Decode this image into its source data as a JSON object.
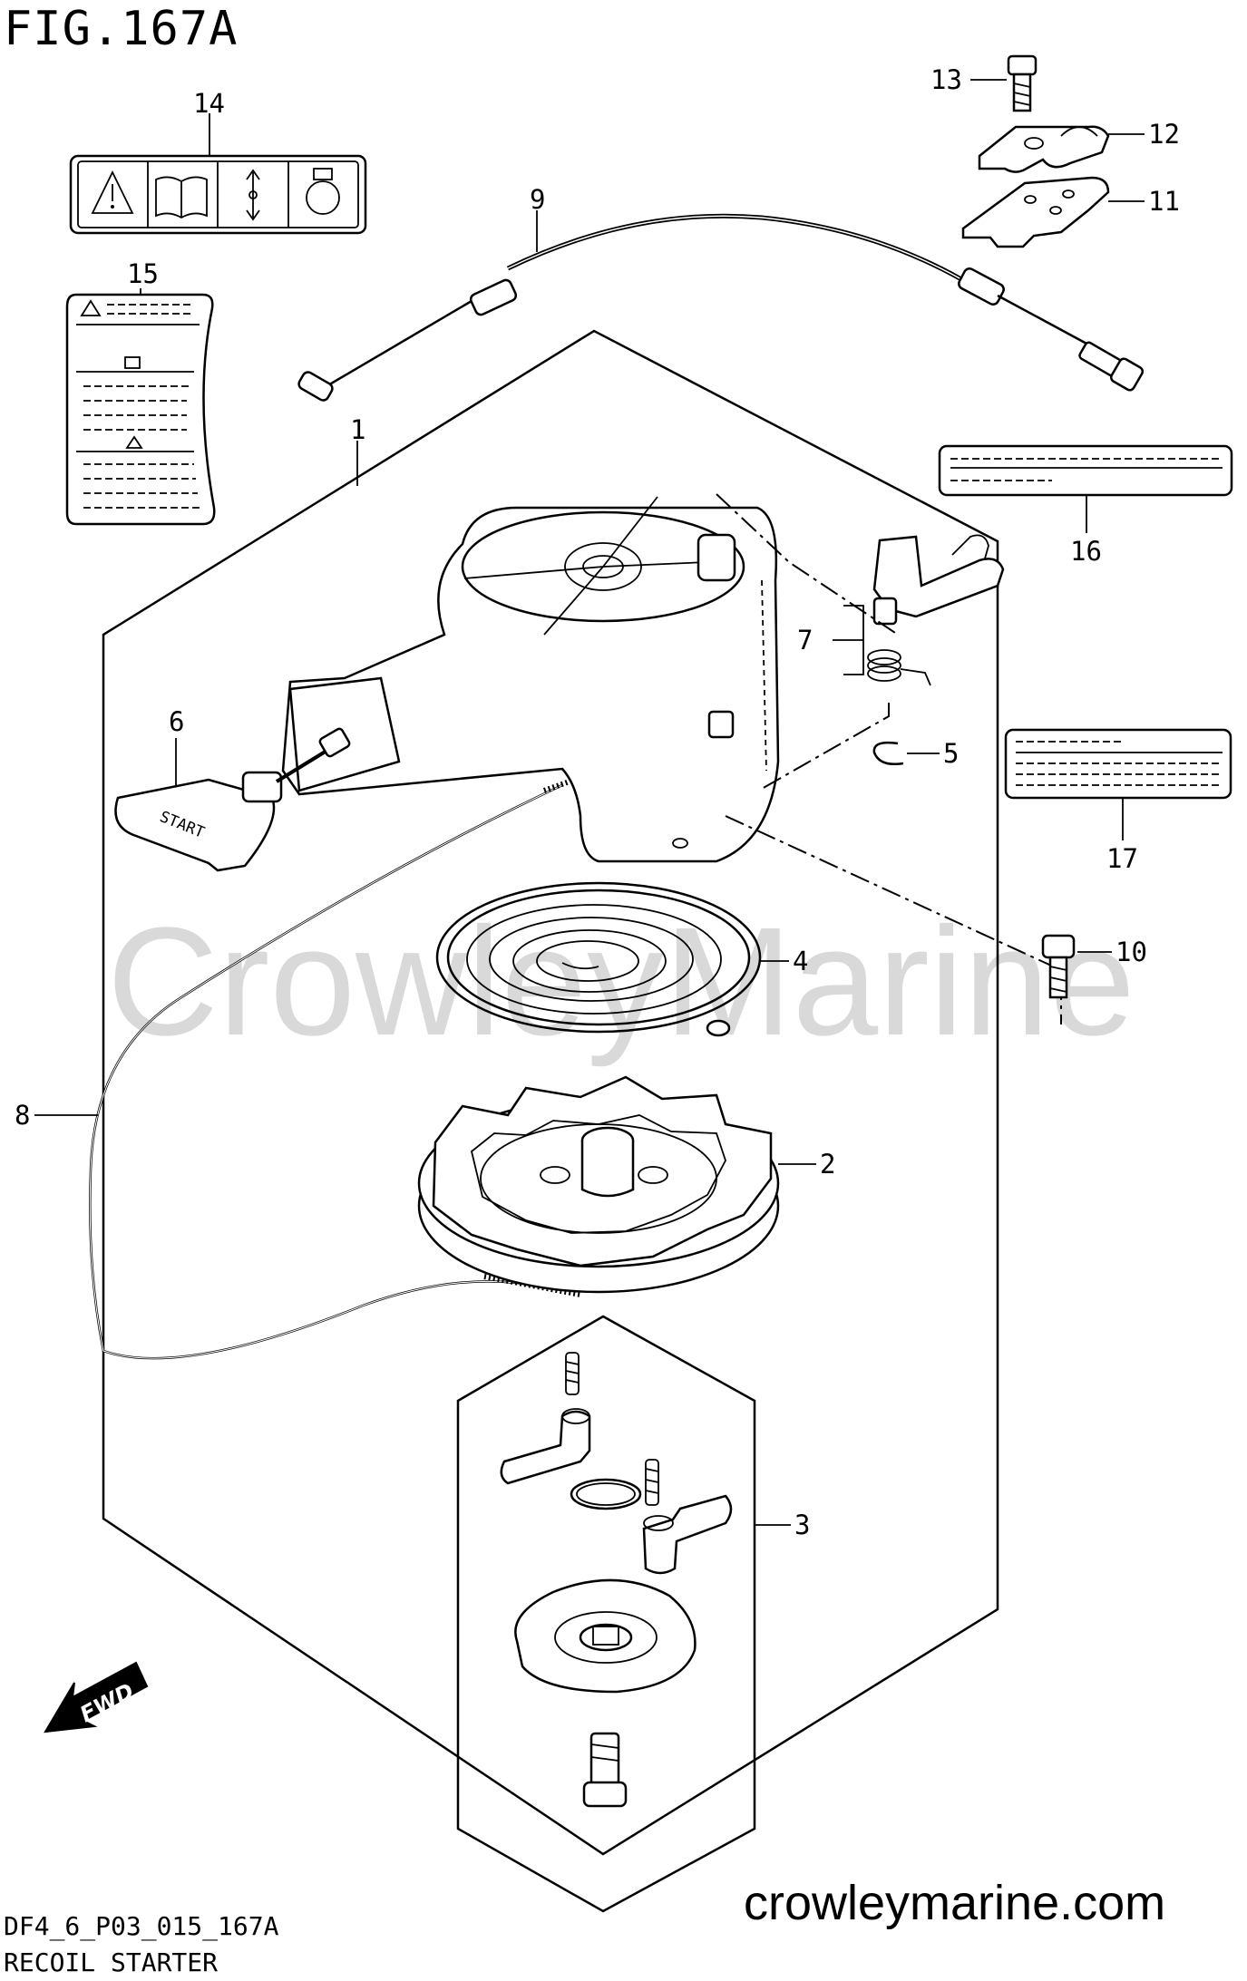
{
  "figure": {
    "title": "FIG.167A",
    "code": "DF4_6_P03_015_167A",
    "caption": "RECOIL STARTER",
    "website": "crowleymarine.com",
    "watermark": "CrowleyMarine",
    "callouts": [
      "1",
      "2",
      "3",
      "4",
      "5",
      "6",
      "7",
      "8",
      "9",
      "10",
      "11",
      "12",
      "13",
      "14",
      "15",
      "16",
      "17"
    ],
    "fwd_label": "FWD",
    "handle_label": "START"
  },
  "colors": {
    "line": "#000000",
    "watermark": "#d9d9d9",
    "background": "#ffffff"
  },
  "icons": [
    "warning-triangle-icon",
    "manual-book-icon",
    "up-down-arrow-icon",
    "rotate-knob-icon"
  ]
}
